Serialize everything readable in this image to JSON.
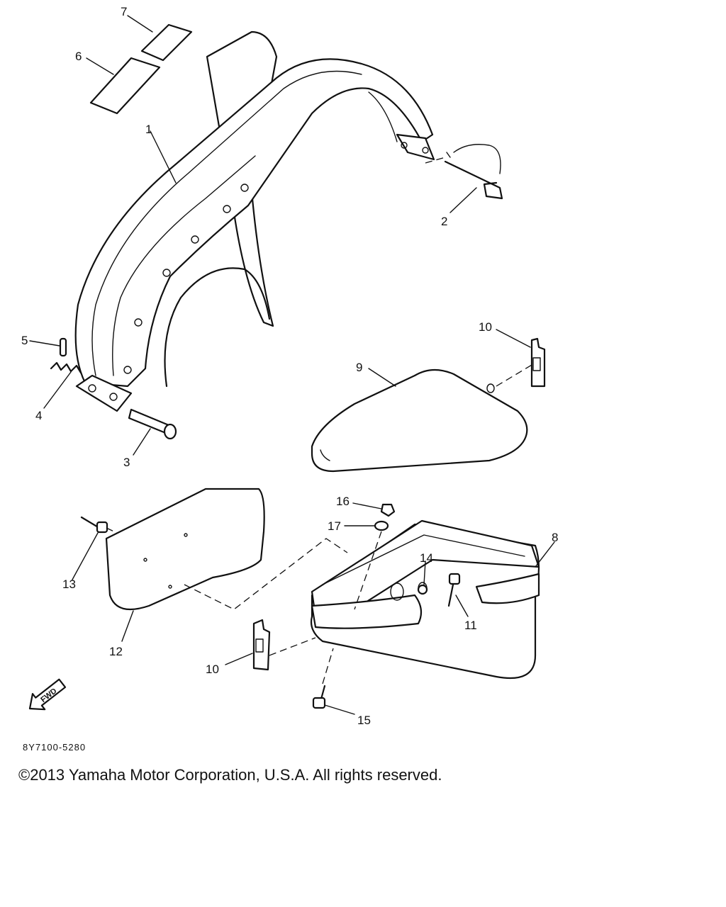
{
  "parts": [
    {
      "key": "p1",
      "number": "1"
    },
    {
      "key": "p2",
      "number": "2"
    },
    {
      "key": "p3",
      "number": "3"
    },
    {
      "key": "p4",
      "number": "4"
    },
    {
      "key": "p5",
      "number": "5"
    },
    {
      "key": "p6",
      "number": "6"
    },
    {
      "key": "p7",
      "number": "7"
    },
    {
      "key": "p8",
      "number": "8"
    },
    {
      "key": "p9",
      "number": "9"
    },
    {
      "key": "p10a",
      "number": "10"
    },
    {
      "key": "p10b",
      "number": "10"
    },
    {
      "key": "p11",
      "number": "11"
    },
    {
      "key": "p12",
      "number": "12"
    },
    {
      "key": "p13",
      "number": "13"
    },
    {
      "key": "p14",
      "number": "14"
    },
    {
      "key": "p15",
      "number": "15"
    },
    {
      "key": "p16",
      "number": "16"
    },
    {
      "key": "p17",
      "number": "17"
    }
  ],
  "fwd_arrow": {
    "label": "FWD",
    "icon": "fwd-arrow-icon"
  },
  "drawing_code": "8Y7100-5280",
  "copyright": "©2013 Yamaha Motor Corporation, U.S.A. All rights reserved."
}
